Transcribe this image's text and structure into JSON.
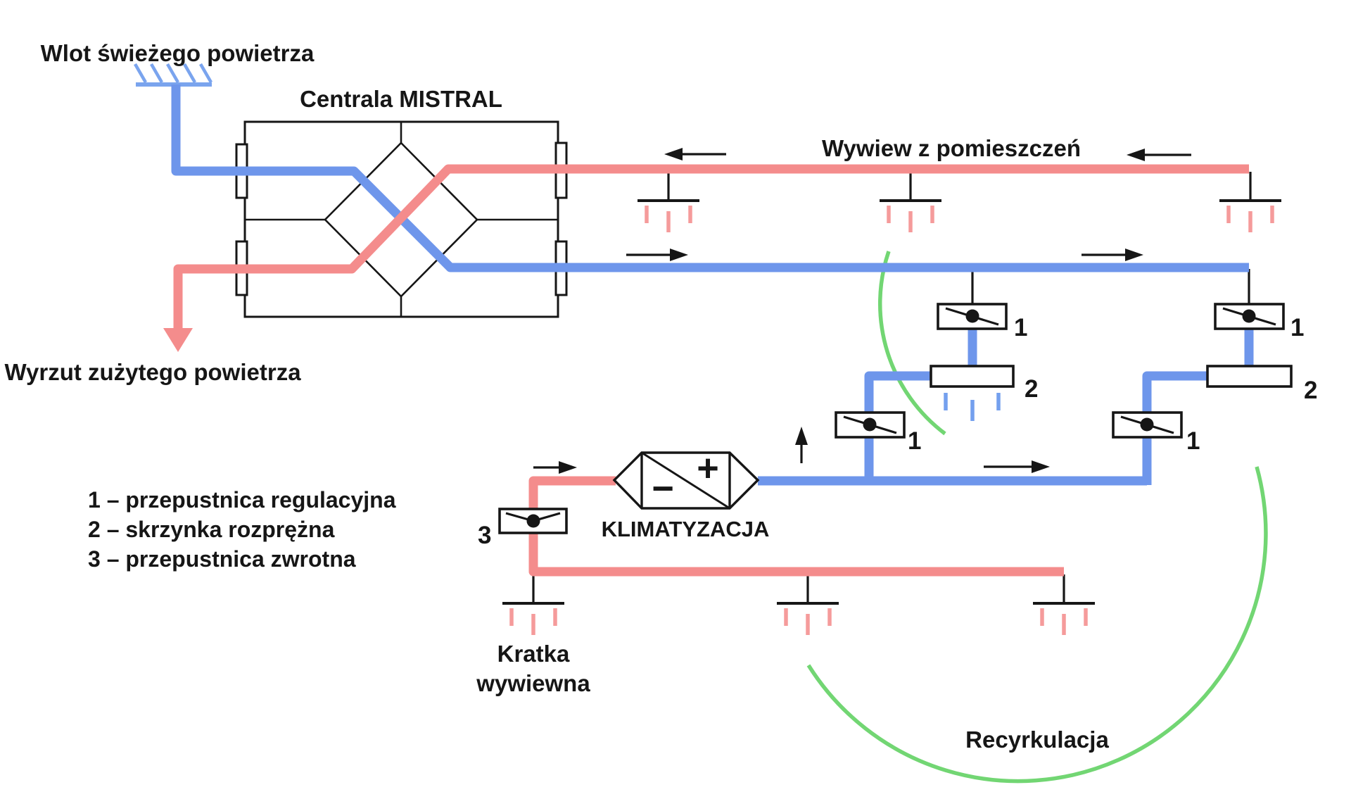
{
  "diagram": {
    "labels": {
      "fresh_air_inlet": "Wlot świeżego powietrza",
      "ahu_unit": "Centrala MISTRAL",
      "exhaust_from_rooms": "Wywiew z pomieszczeń",
      "spent_air_discharge": "Wyrzut zużytego powietrza",
      "air_conditioning": "KLIMATYZACJA",
      "exhaust_grille_line1": "Kratka",
      "exhaust_grille_line2": "wywiewna",
      "recirculation": "Recyrkulacja"
    },
    "legend": [
      "1 – przepustnica regulacyjna",
      "2 – skrzynka rozprężna",
      "3 – przepustnica zwrotna"
    ],
    "markers": {
      "damper": "1",
      "plenum_box": "2",
      "check_damper": "3"
    },
    "icons": {
      "heating_plus": "+",
      "cooling_minus": "−"
    },
    "colors": {
      "supply_blue": "#6e96eb",
      "light_blue": "#7aa4ee",
      "exhaust_red": "#f48c8c",
      "recirculation_green": "#72d673",
      "line_black": "#161616"
    }
  }
}
